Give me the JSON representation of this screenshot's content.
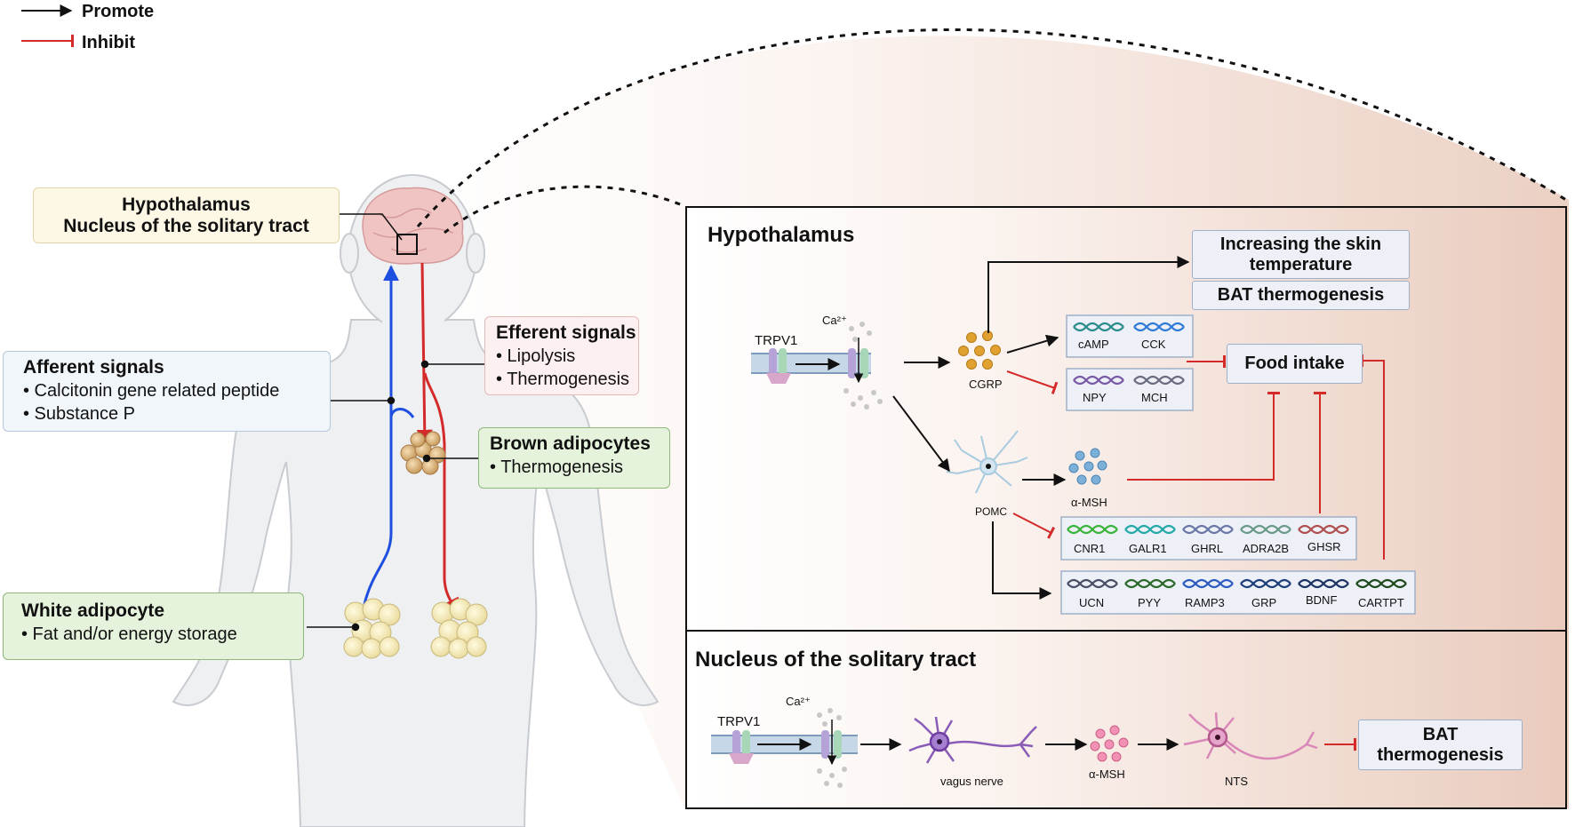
{
  "legend": {
    "promote": "Promote",
    "inhibit": "Inhibit"
  },
  "callouts": {
    "brain_title_1": "Hypothalamus",
    "brain_title_2": "Nucleus of the solitary tract",
    "afferent_title": "Afferent signals",
    "afferent_items": [
      "• Calcitonin gene related peptide",
      "• Substance P"
    ],
    "efferent_title": "Efferent signals",
    "efferent_items": [
      "• Lipolysis",
      "• Thermogenesis"
    ],
    "brown_title": "Brown  adipocytes",
    "brown_items": [
      "• Thermogenesis"
    ],
    "white_title": "White adipocyte",
    "white_items": [
      "• Fat and/or energy storage"
    ]
  },
  "hypothalamus": {
    "title": "Hypothalamus",
    "trpv1": "TRPV1",
    "ca": "Ca²⁺",
    "cgrp": "CGRP",
    "pomc": "POMC",
    "amsh": "α-MSH",
    "skin_temp": "Increasing the skin temperature",
    "bat": "BAT thermogenesis",
    "food_intake": "Food intake",
    "genes_up": [
      "cAMP",
      "CCK"
    ],
    "genes_down": [
      "NPY",
      "MCH"
    ],
    "genes_inhib": [
      "CNR1",
      "GALR1",
      "GHRL",
      "ADRA2B",
      "GHSR"
    ],
    "genes_prom": [
      "UCN",
      "PYY",
      "RAMP3",
      "GRP",
      "BDNF",
      "CARTPT"
    ]
  },
  "nts": {
    "title": "Nucleus of the solitary tract",
    "trpv1": "TRPV1",
    "ca": "Ca²⁺",
    "vagus": "vagus nerve",
    "amsh": "α-MSH",
    "nts_label": "NTS",
    "bat": "BAT thermogenesis"
  },
  "colors": {
    "promote": "#111111",
    "inhibit": "#d42a2a",
    "afferent": "#1f4fe0",
    "efferent": "#d42a2a",
    "panel_gradient_end": "#e9cbbd"
  }
}
